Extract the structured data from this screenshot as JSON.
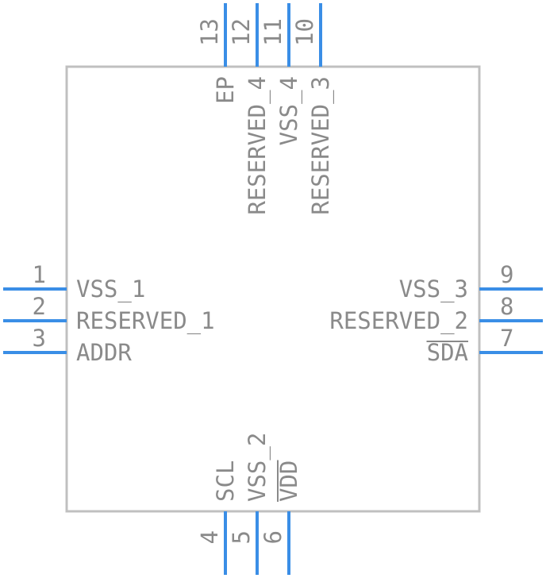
{
  "component": {
    "pins": [
      {
        "number": "1",
        "name": "VSS_1",
        "side": "left",
        "overline": false
      },
      {
        "number": "2",
        "name": "RESERVED_1",
        "side": "left",
        "overline": false
      },
      {
        "number": "3",
        "name": "ADDR",
        "side": "left",
        "overline": false
      },
      {
        "number": "4",
        "name": "SCL",
        "side": "bottom",
        "overline": false
      },
      {
        "number": "5",
        "name": "VSS_2",
        "side": "bottom",
        "overline": false
      },
      {
        "number": "6",
        "name": "VDD",
        "side": "bottom",
        "overline": true
      },
      {
        "number": "7",
        "name": "SDA",
        "side": "right",
        "overline": true
      },
      {
        "number": "8",
        "name": "RESERVED_2",
        "side": "right",
        "overline": false
      },
      {
        "number": "9",
        "name": "VSS_3",
        "side": "right",
        "overline": false
      },
      {
        "number": "10",
        "name": "RESERVED_3",
        "side": "top",
        "overline": false
      },
      {
        "number": "11",
        "name": "VSS_4",
        "side": "top",
        "overline": false
      },
      {
        "number": "12",
        "name": "RESERVED_4",
        "side": "top",
        "overline": false
      },
      {
        "number": "13",
        "name": "EP",
        "side": "top",
        "overline": false
      }
    ]
  },
  "colors": {
    "pin": "#3a8ee6",
    "outline": "#c0c0c0",
    "text": "#8a8a8a"
  }
}
